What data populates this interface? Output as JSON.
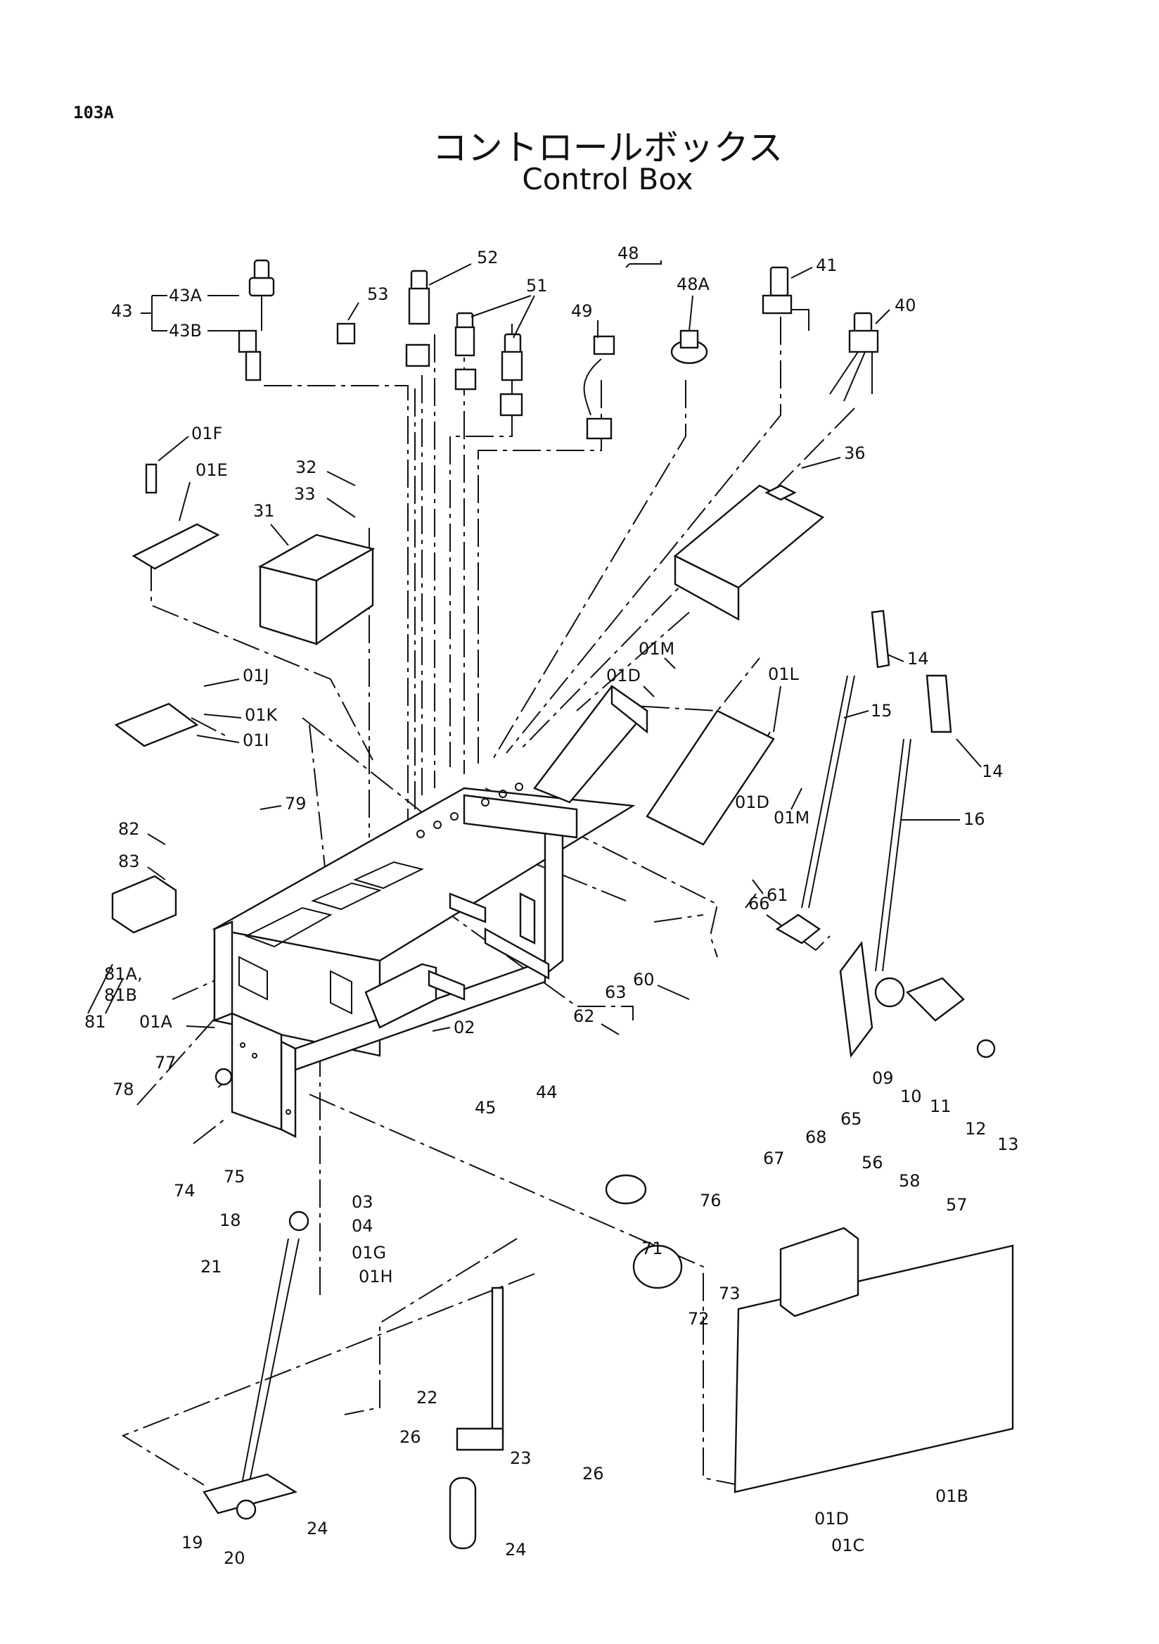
{
  "page_code": "103A",
  "title_jp": "コントロールボックス",
  "title_en": "Control Box",
  "callouts": [
    {
      "id": "43",
      "text": "43"
    },
    {
      "id": "43A",
      "text": "43A"
    },
    {
      "id": "43B",
      "text": "43B"
    },
    {
      "id": "53",
      "text": "53"
    },
    {
      "id": "52",
      "text": "52"
    },
    {
      "id": "51",
      "text": "51"
    },
    {
      "id": "49",
      "text": "49"
    },
    {
      "id": "48",
      "text": "48"
    },
    {
      "id": "48A",
      "text": "48A"
    },
    {
      "id": "41",
      "text": "41"
    },
    {
      "id": "40",
      "text": "40"
    },
    {
      "id": "01F",
      "text": "01F"
    },
    {
      "id": "01E",
      "text": "01E"
    },
    {
      "id": "32",
      "text": "32"
    },
    {
      "id": "33",
      "text": "33"
    },
    {
      "id": "31",
      "text": "31"
    },
    {
      "id": "36",
      "text": "36"
    },
    {
      "id": "01M_a",
      "text": "01M"
    },
    {
      "id": "01D_a",
      "text": "01D"
    },
    {
      "id": "01L",
      "text": "01L"
    },
    {
      "id": "14_a",
      "text": "14"
    },
    {
      "id": "15",
      "text": "15"
    },
    {
      "id": "14_b",
      "text": "14"
    },
    {
      "id": "01J",
      "text": "01J"
    },
    {
      "id": "01K",
      "text": "01K"
    },
    {
      "id": "01I",
      "text": "01I"
    },
    {
      "id": "79",
      "text": "79"
    },
    {
      "id": "01D_b",
      "text": "01D"
    },
    {
      "id": "01M_b",
      "text": "01M"
    },
    {
      "id": "16",
      "text": "16"
    },
    {
      "id": "82",
      "text": "82"
    },
    {
      "id": "83",
      "text": "83"
    },
    {
      "id": "61",
      "text": "61"
    },
    {
      "id": "66",
      "text": "66"
    },
    {
      "id": "81A",
      "text": "81A,"
    },
    {
      "id": "81B",
      "text": "81B"
    },
    {
      "id": "81",
      "text": "81"
    },
    {
      "id": "01A",
      "text": "01A"
    },
    {
      "id": "02",
      "text": "02"
    },
    {
      "id": "63",
      "text": "63"
    },
    {
      "id": "60",
      "text": "60"
    },
    {
      "id": "62",
      "text": "62"
    },
    {
      "id": "09",
      "text": "09"
    },
    {
      "id": "10",
      "text": "10"
    },
    {
      "id": "11",
      "text": "11"
    },
    {
      "id": "12",
      "text": "12"
    },
    {
      "id": "13",
      "text": "13"
    },
    {
      "id": "77",
      "text": "77"
    },
    {
      "id": "78",
      "text": "78"
    },
    {
      "id": "45",
      "text": "45"
    },
    {
      "id": "44",
      "text": "44"
    },
    {
      "id": "65",
      "text": "65"
    },
    {
      "id": "67",
      "text": "67"
    },
    {
      "id": "68",
      "text": "68"
    },
    {
      "id": "74",
      "text": "74"
    },
    {
      "id": "75",
      "text": "75"
    },
    {
      "id": "56",
      "text": "56"
    },
    {
      "id": "58",
      "text": "58"
    },
    {
      "id": "57",
      "text": "57"
    },
    {
      "id": "71",
      "text": "71"
    },
    {
      "id": "76",
      "text": "76"
    },
    {
      "id": "03",
      "text": "03"
    },
    {
      "id": "04",
      "text": "04"
    },
    {
      "id": "18",
      "text": "18"
    },
    {
      "id": "01G",
      "text": "01G"
    },
    {
      "id": "01H",
      "text": "01H"
    },
    {
      "id": "73",
      "text": "73"
    },
    {
      "id": "72",
      "text": "72"
    },
    {
      "id": "21",
      "text": "21"
    },
    {
      "id": "22",
      "text": "22"
    },
    {
      "id": "26_a",
      "text": "26"
    },
    {
      "id": "23",
      "text": "23"
    },
    {
      "id": "26_b",
      "text": "26"
    },
    {
      "id": "01B",
      "text": "01B"
    },
    {
      "id": "19",
      "text": "19"
    },
    {
      "id": "24_a",
      "text": "24"
    },
    {
      "id": "24_b",
      "text": "24"
    },
    {
      "id": "01D_c",
      "text": "01D"
    },
    {
      "id": "01C",
      "text": "01C"
    },
    {
      "id": "20",
      "text": "20"
    }
  ]
}
